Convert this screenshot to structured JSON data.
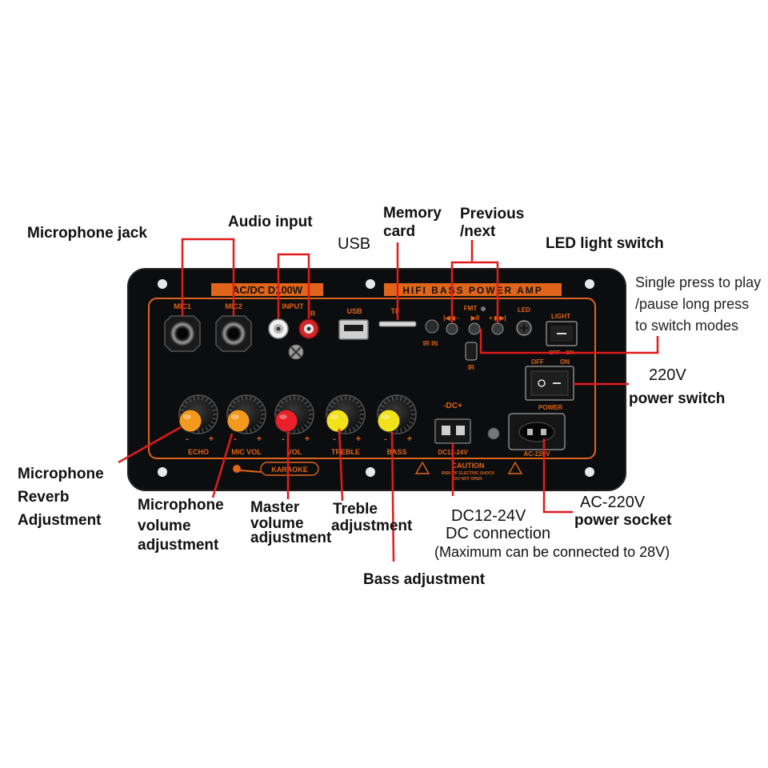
{
  "board": {
    "model": "AC/DC D100W",
    "title": "HIFI BASS POWER AMP",
    "ports": {
      "mic1": "MIC1",
      "mic2": "MIC2",
      "input": "INPUT",
      "input_r": "R",
      "usb": "USB",
      "tf": "TF",
      "ir_in": "IR IN",
      "prev": "|◀◀ -",
      "fmt": "FMT",
      "play": "▶II",
      "next": "+ ▶▶|",
      "led": "LED",
      "ir": "IR",
      "light": "LIGHT",
      "off": "OFF",
      "on": "ON",
      "power": "POWER",
      "dc": "-DC+",
      "dc_range": "DC12-24V",
      "ac": "AC-220V",
      "caution": "CAUTION",
      "caution_sub1": "RISK OF ELECTRIC SHOCK",
      "caution_sub2": "DO NOT OPEN",
      "karaoke": "KARAOKE"
    },
    "knobs": [
      {
        "label": "ECHO",
        "color": "#f39a1e"
      },
      {
        "label": "MIC VOL",
        "color": "#f39a1e"
      },
      {
        "label": "VOL",
        "color": "#e8202a"
      },
      {
        "label": "TREBLE",
        "color": "#f2e21c"
      },
      {
        "label": "BASS",
        "color": "#f2e21c"
      }
    ],
    "minus": "-",
    "plus": "+",
    "accent": "#e0651a",
    "callout": "#e01c1c"
  },
  "labels": {
    "mic_jack": "Microphone jack",
    "audio_input": "Audio input",
    "usb": "USB",
    "memory_1": "Memory",
    "memory_2": "card",
    "prev_1": "Previous",
    "prev_2": "/next",
    "led_switch": "LED light switch",
    "play_1": "Single press to play",
    "play_2": "/pause long press",
    "play_3": "to switch modes",
    "power_1": "220V",
    "power_2": "power switch",
    "reverb_1": "Microphone",
    "reverb_2": "Reverb",
    "reverb_3": "Adjustment",
    "micvol_1": "Microphone",
    "micvol_2": "volume",
    "micvol_3": "adjustment",
    "master_1": "Master",
    "master_2": "volume",
    "master_3": "adjustment",
    "treble_1": "Treble",
    "treble_2": "adjustment",
    "dc_1": "DC12-24V",
    "dc_2": "DC connection",
    "dc_3": "(Maximum can be connected to 28V)",
    "ac_1": "AC-220V",
    "ac_2": "power socket",
    "bass": "Bass adjustment"
  }
}
